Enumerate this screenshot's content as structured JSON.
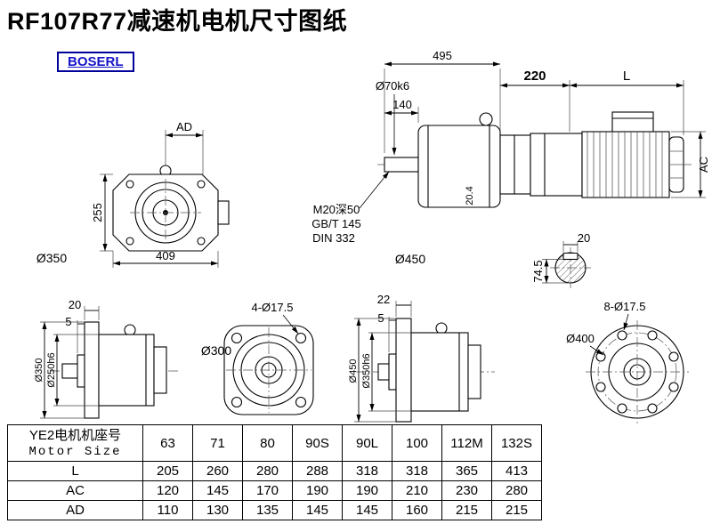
{
  "page": {
    "title": "RF107R77减速机电机尺寸图纸",
    "logo": "BOSERL"
  },
  "drawing": {
    "labels": {
      "a_AD": "AD",
      "a_255": "255",
      "a_409": "409",
      "a_d350": "Ø350",
      "b_495": "495",
      "b_140": "140",
      "b_shaft": "Ø70k6",
      "b_220": "220",
      "b_L": "L",
      "b_AC": "AC",
      "b_204": "20.4",
      "b_m20": "M20深50",
      "b_gbt": "GB/T 145",
      "b_din": "DIN 332",
      "b_d450": "Ø450",
      "s_20": "20",
      "s_745": "74.5",
      "c_20": "20",
      "c_5": "5",
      "c_d350": "Ø350",
      "c_d250": "Ø250h6",
      "d_holes": "4-Ø17.5",
      "d_d300": "Ø300",
      "e_22": "22",
      "e_5": "5",
      "e_d450": "Ø450",
      "e_d350": "Ø350h6",
      "f_d400": "Ø400",
      "f_holes": "8-Ø17.5"
    }
  },
  "table": {
    "header_cn": "YE2电机机座号",
    "header_en": "Motor Size",
    "sizes": [
      "63",
      "71",
      "80",
      "90S",
      "90L",
      "100",
      "112M",
      "132S"
    ],
    "rows": [
      {
        "label": "L",
        "values": [
          "205",
          "260",
          "280",
          "288",
          "318",
          "318",
          "365",
          "413"
        ]
      },
      {
        "label": "AC",
        "values": [
          "120",
          "145",
          "170",
          "190",
          "190",
          "210",
          "230",
          "280"
        ]
      },
      {
        "label": "AD",
        "values": [
          "110",
          "130",
          "135",
          "145",
          "145",
          "160",
          "215",
          "215"
        ]
      }
    ]
  }
}
